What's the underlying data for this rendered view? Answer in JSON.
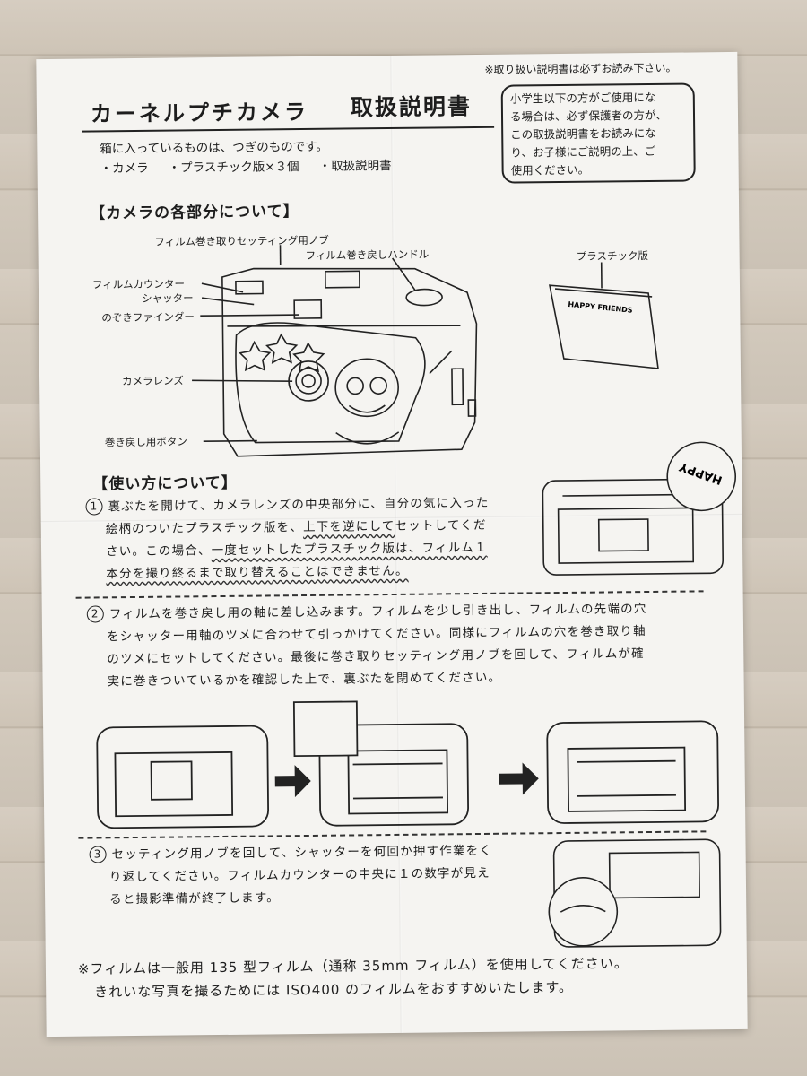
{
  "header": {
    "top_note": "※取り扱い説明書は必ずお読み下さい。",
    "title": "カーネルプチカメラ",
    "subtitle": "取扱説明書",
    "notice_box": "小学生以下の方がご使用にな\nる場合は、必ず保護者の方が、\nこの取扱説明書をお読みにな\nり、お子様にご説明の上、ご\n使用ください。"
  },
  "intro": {
    "line": "箱に入っているものは、つぎのものです。",
    "items": [
      "・カメラ",
      "・プラスチック版×３個",
      "・取扱説明書"
    ]
  },
  "parts": {
    "heading": "【カメラの各部分について】",
    "labels": {
      "knob": "フィルム巻き取りセッティング用ノブ",
      "rewind_handle": "フィルム巻き戻しハンドル",
      "counter": "フィルムカウンター",
      "shutter": "シャッター",
      "viewfinder": "のぞきファインダー",
      "lens": "カメラレンズ",
      "rewind_button": "巻き戻し用ボタン",
      "plastic_plate": "プラスチック版"
    },
    "plate_text": "HAPPY FRIENDS",
    "stamp_text": "HAPPY"
  },
  "usage": {
    "heading": "【使い方について】",
    "step1": {
      "num": "1",
      "l1": "裏ぶたを開けて、カメラレンズの中央部分に、自分の気に入った",
      "l2a": "絵柄のついたプラスチック版を、",
      "l2b": "上下を逆にして",
      "l2c": "セットしてくだ",
      "l3a": "さい。この場合、",
      "l3b": "一度セットしたプラスチック版は、フィルム１",
      "l4": "本分を撮り終るまで取り替えることはできません。"
    },
    "step2": {
      "num": "2",
      "l1": "フィルムを巻き戻し用の軸に差し込みます。フィルムを少し引き出し、フィルムの先端の穴",
      "l2": "をシャッター用軸のツメに合わせて引っかけてください。同様にフィルムの穴を巻き取り軸",
      "l3": "のツメにセットしてください。最後に巻き取りセッティング用ノブを回して、フィルムが確",
      "l4": "実に巻きついているかを確認した上で、裏ぶたを閉めてください。"
    },
    "step3": {
      "num": "3",
      "l1": "セッティング用ノブを回して、シャッターを何回か押す作業をく",
      "l2": "り返してください。フィルムカウンターの中央に１の数字が見え",
      "l3": "ると撮影準備が終了します。"
    }
  },
  "footer": {
    "l1": "※フィルムは一般用 135 型フィルム（通称 35mm フィルム）を使用してください。",
    "l2": "きれいな写真を撮るためには ISO400 のフィルムをおすすめいたします。"
  }
}
